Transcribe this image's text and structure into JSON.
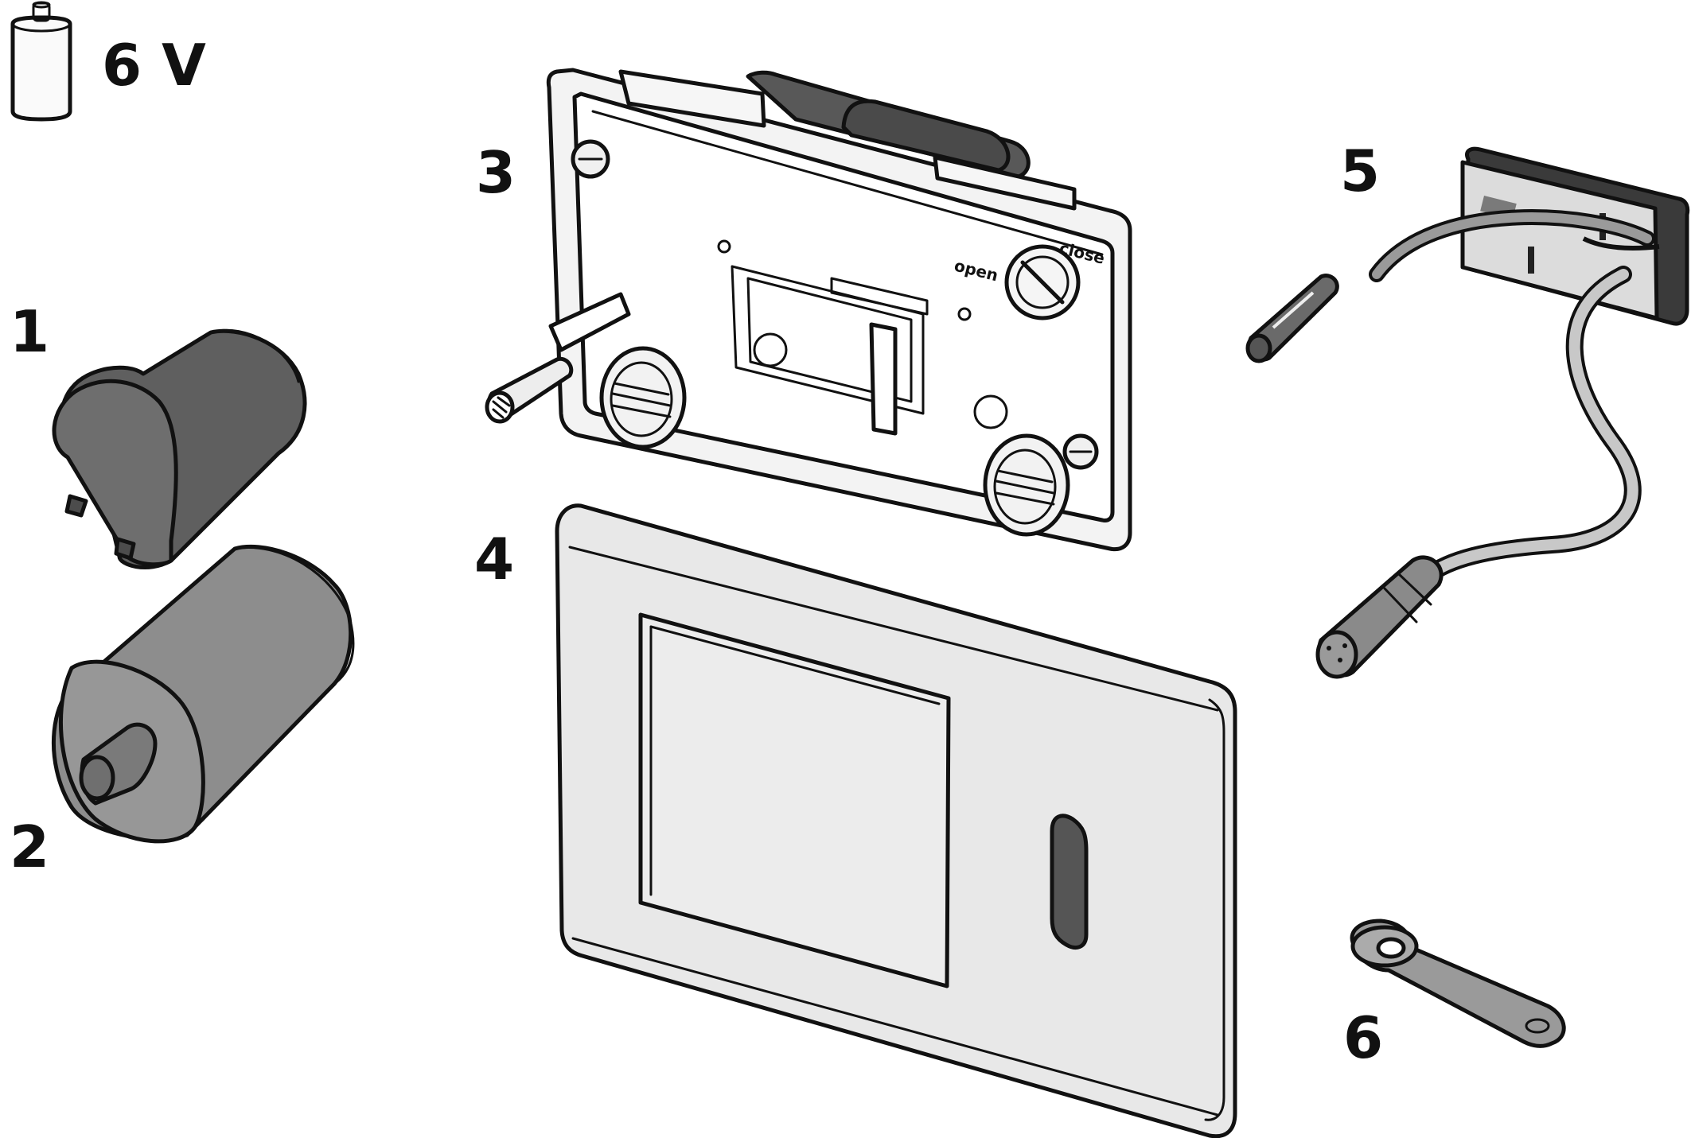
{
  "voltage_label": "6 V",
  "parts": [
    {
      "number": "1"
    },
    {
      "number": "2"
    },
    {
      "number": "3"
    },
    {
      "number": "4"
    },
    {
      "number": "5"
    },
    {
      "number": "6"
    }
  ],
  "frame_markings": {
    "open": "open",
    "close": "close"
  },
  "colors": {
    "outline": "#111111",
    "dark_part": "#6a6a6a",
    "mid_part": "#8f8f8f",
    "light_panel": "#e9e9e9",
    "background": "#ffffff"
  }
}
